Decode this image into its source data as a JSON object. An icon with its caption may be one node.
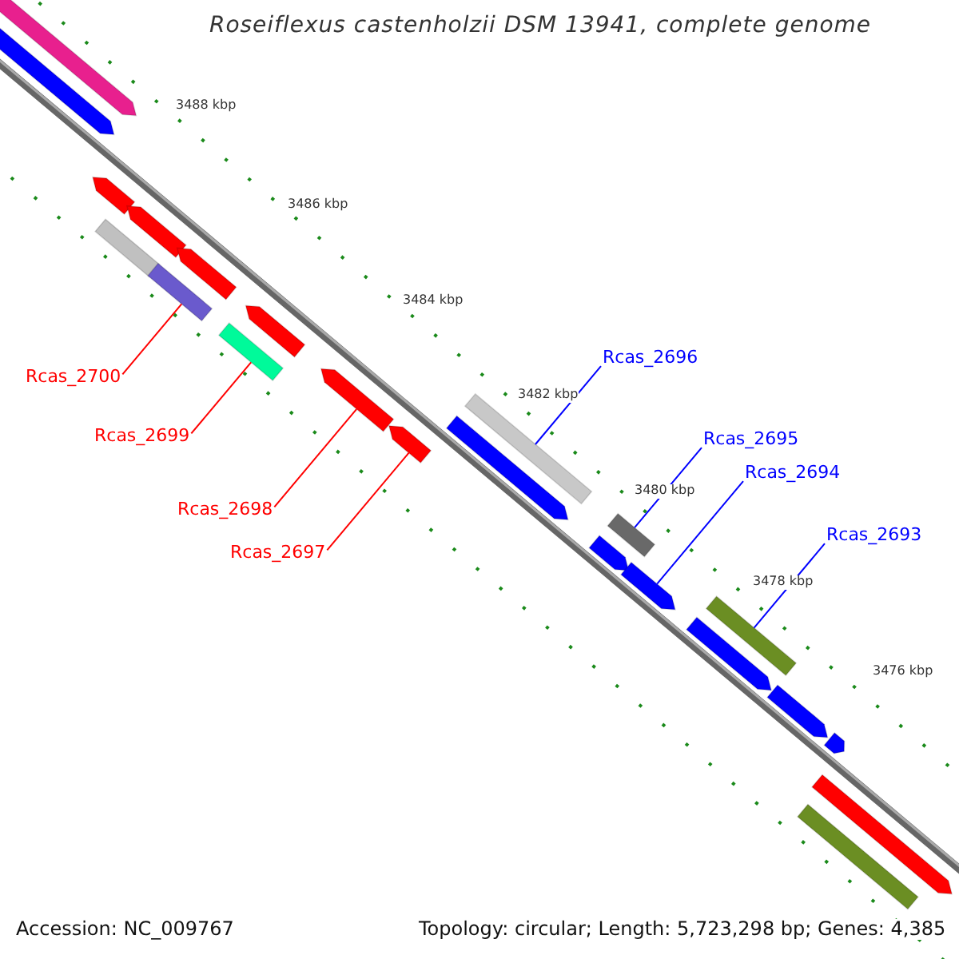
{
  "diagram": {
    "title": "Roseiflexus castenholzii DSM 13941, complete genome",
    "nodes": [
      {
        "text": [
          "Rcas_2696"
        ]
      },
      {
        "text": [
          "Rcas_2700"
        ]
      },
      {
        "text": [
          "Rcas_2699"
        ]
      },
      {
        "text": [
          "Rcas_2695"
        ]
      },
      {
        "text": [
          "Rcas_2694"
        ]
      },
      {
        "text": [
          "Rcas_2698"
        ]
      },
      {
        "text": [
          "Rcas_2693"
        ]
      },
      {
        "text": [
          "Rcas_2697"
        ]
      },
      {
        "text": [],
        "shape": "bar"
      },
      {
        "text": [],
        "shape": "bar"
      },
      {
        "text": [],
        "shape": "bar"
      },
      {
        "text": [],
        "shape": "bar"
      },
      {
        "text": [],
        "shape": "bar"
      },
      {
        "text": [],
        "shape": "bar"
      },
      {
        "text": [],
        "shape": "bar"
      },
      {
        "text": [],
        "shape": "bar"
      },
      {
        "text": [],
        "shape": "bar"
      },
      {
        "text": [],
        "shape": "bar"
      },
      {
        "text": [],
        "shape": "bar"
      },
      {
        "text": [],
        "shape": "bar"
      },
      {
        "text": [],
        "shape": "bar"
      },
      {
        "text": [],
        "shape": "bar"
      },
      {
        "text": [],
        "shape": "bar"
      },
      {
        "text": [],
        "shape": "bar"
      },
      {
        "text": [],
        "shape": "bar"
      },
      {
        "text": [],
        "shape": "bar"
      },
      {
        "text": [],
        "shape": "bar"
      },
      {
        "text": [],
        "shape": "bar"
      },
      {
        "text": [],
        "shape": "bar"
      },
      {
        "text": [],
        "shape": "bar"
      }
    ],
    "edges": [
      {
        "from": 0,
        "to": 19,
        "arrow": "none",
        "color": "#0000ff"
      },
      {
        "from": 1,
        "to": 13,
        "arrow": "none",
        "color": "#ff0000"
      },
      {
        "from": 2,
        "to": 15,
        "arrow": "none",
        "color": "#ff0000"
      },
      {
        "from": 3,
        "to": 21,
        "arrow": "none",
        "color": "#0000ff"
      },
      {
        "from": 4,
        "to": 23,
        "arrow": "none",
        "color": "#0000ff"
      },
      {
        "from": 5,
        "to": 17,
        "arrow": "none",
        "color": "#ff0000"
      },
      {
        "from": 6,
        "to": 24,
        "arrow": "none",
        "color": "#0000ff"
      },
      {
        "from": 7,
        "to": 18,
        "arrow": "none",
        "color": "#ff0000"
      }
    ],
    "labels": [
      "3488 kbp",
      "3486 kbp",
      "3484 kbp",
      "3482 kbp",
      "3480 kbp",
      "3478 kbp",
      "3476 kbp",
      "Accession: NC_009767",
      "Topology: circular; Length: 5,723,298 bp; Genes: 4,385"
    ]
  }
}
